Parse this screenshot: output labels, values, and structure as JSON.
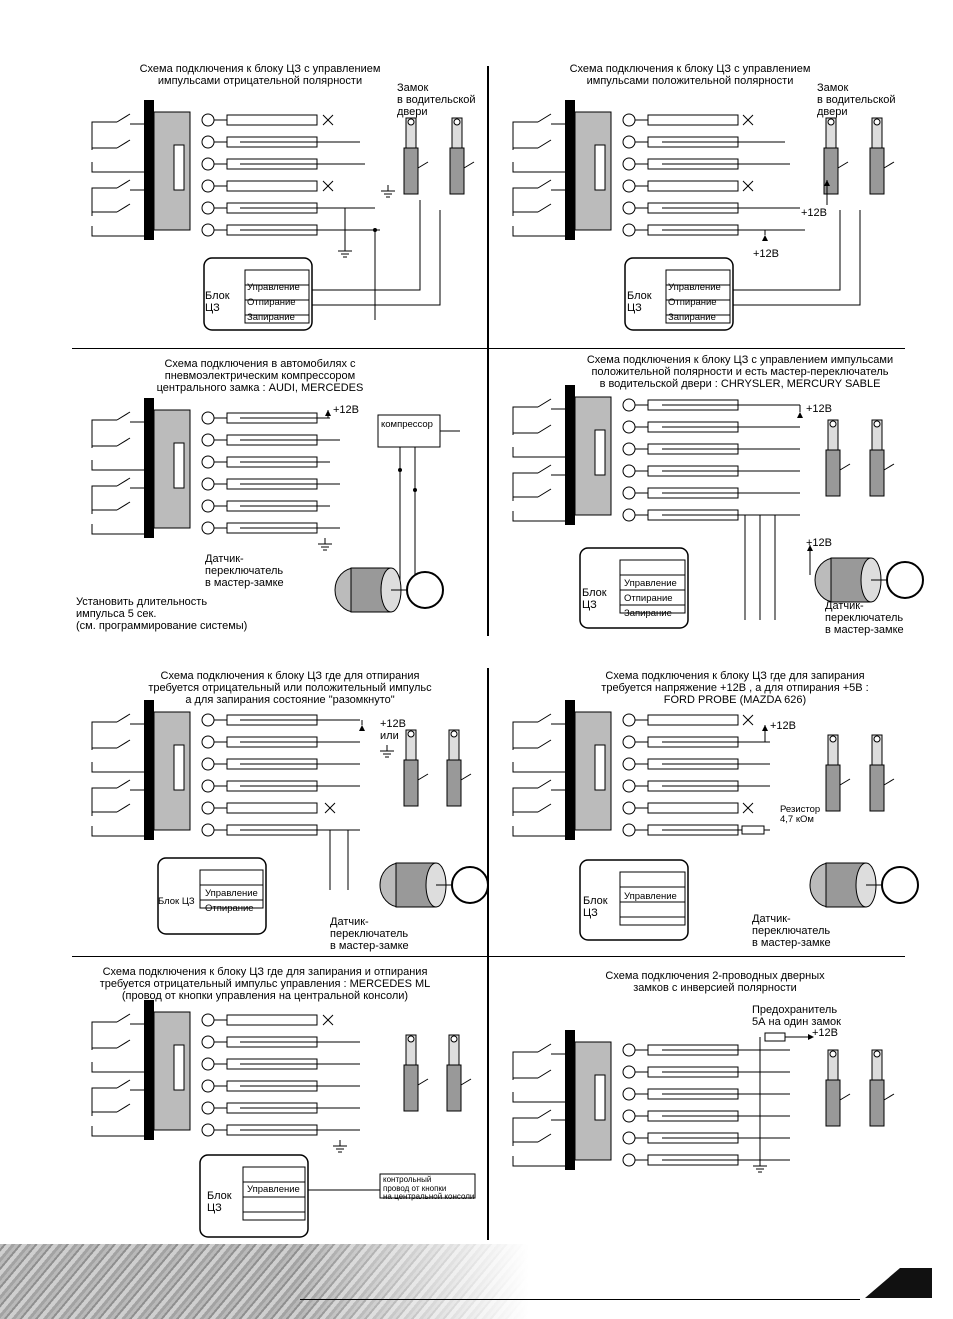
{
  "panels": [
    {
      "title": "Схема подключения к блоку ЦЗ с управлением\nимпульсами отрицательной полярности",
      "labels": {
        "lock": "Замок\nв водительской\nдвери",
        "block": "Блок\nЦЗ",
        "rows": [
          "Управление",
          "Отпирание",
          "Запирание"
        ]
      }
    },
    {
      "title": "Схема подключения к блоку ЦЗ с управлением\nимпульсами положительной полярности",
      "labels": {
        "lock": "Замок\nв водительской\nдвери",
        "block": "Блок\nЦЗ",
        "rows": [
          "Управление",
          "Отпирание",
          "Запирание"
        ],
        "v1": "+12В",
        "v2": "+12В"
      }
    },
    {
      "title": "Схема подключения в автомобилях с\nпневмоэлектрическим компрессором\nцентрального замка : AUDI, MERCEDES",
      "labels": {
        "v1": "+12В",
        "compressor": "компрессор",
        "sensor": "Датчик-\nпереключатель\nв мастер-замке",
        "note": "Установить длительность\nимпульса 5 сек.\n(см. программирование системы)"
      }
    },
    {
      "title": "Схема подключения к блоку ЦЗ с управлением импульсами\nположительной полярности и есть мастер-переключатель\nв водительской двери : CHRYSLER, MERCURY SABLE",
      "labels": {
        "v1": "+12В",
        "v2": "+12В",
        "block": "Блок\nЦЗ",
        "rows": [
          "Управление",
          "Отпирание",
          "Запирание"
        ],
        "sensor": "Датчик-\nпереключатель\nв мастер-замке"
      }
    },
    {
      "title": "Схема подключения к блоку ЦЗ где для отпирания\nтребуется отрицательный или положительный импульс\nа для запирания     состояние \"разомкнуто\"",
      "labels": {
        "v1": "+12В\nили",
        "block": "Блок ЦЗ",
        "rows": [
          "Управление",
          "Отпирание"
        ],
        "sensor": "Датчик-\nпереключатель\nв мастер-замке"
      }
    },
    {
      "title": "Схема подключения к блоку ЦЗ где для запирания\nтребуется напряжение +12В , а для отпирания +5В :\nFORD PROBE (MAZDA 626)",
      "labels": {
        "v1": "+12В",
        "resistor": "Резистор\n4,7 кОм",
        "block": "Блок\nЦЗ",
        "rows": [
          "Управление"
        ],
        "sensor": "Датчик-\nпереключатель\nв мастер-замке"
      }
    },
    {
      "title": "Схема подключения к блоку ЦЗ где для запирания и отпирания\nтребуется отрицательный импульс управления : MERCEDES ML\n(провод от кнопки управления на центральной консоли)",
      "labels": {
        "block": "Блок\nЦЗ",
        "rows": [
          "Управление"
        ],
        "note": "контрольный\nпровод от кнопки\nна центральной консоли"
      }
    },
    {
      "title": "Схема подключения 2-проводных дверных\nзамков с инверсией полярности",
      "labels": {
        "fuse": "Предохранитель\n5А на один замок",
        "v1": "+12В"
      }
    }
  ]
}
